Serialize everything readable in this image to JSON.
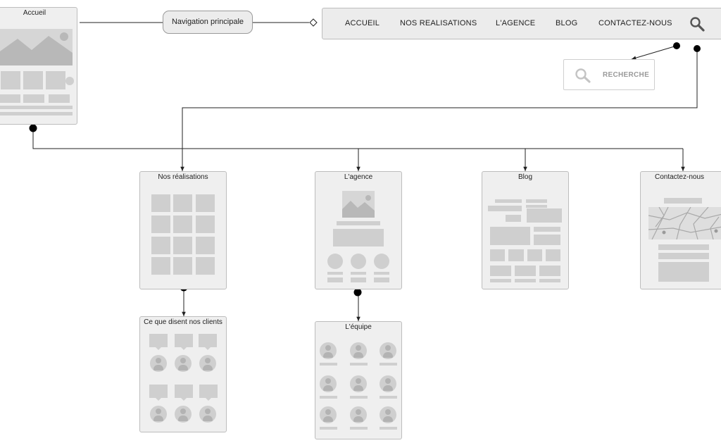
{
  "diagram": {
    "hub_label": "Navigation principale",
    "navbar": {
      "items": [
        "ACCUEIL",
        "NOS REALISATIONS",
        "L'AGENCE",
        "BLOG",
        "CONTACTEZ-NOUS"
      ],
      "search_icon": "search-icon"
    },
    "search": {
      "label": "RECHERCHE",
      "icon": "search-icon"
    },
    "pages": {
      "accueil": "Accueil",
      "realisations": "Nos réalisations",
      "agence": "L'agence",
      "blog": "Blog",
      "contact": "Contactez-nous",
      "clients": "Ce que disent nos clients",
      "equipe": "L'équipe"
    },
    "colors": {
      "line": "#222222",
      "card": "#efefef",
      "block": "#cfcfcf",
      "border": "#bdbdbd"
    }
  }
}
